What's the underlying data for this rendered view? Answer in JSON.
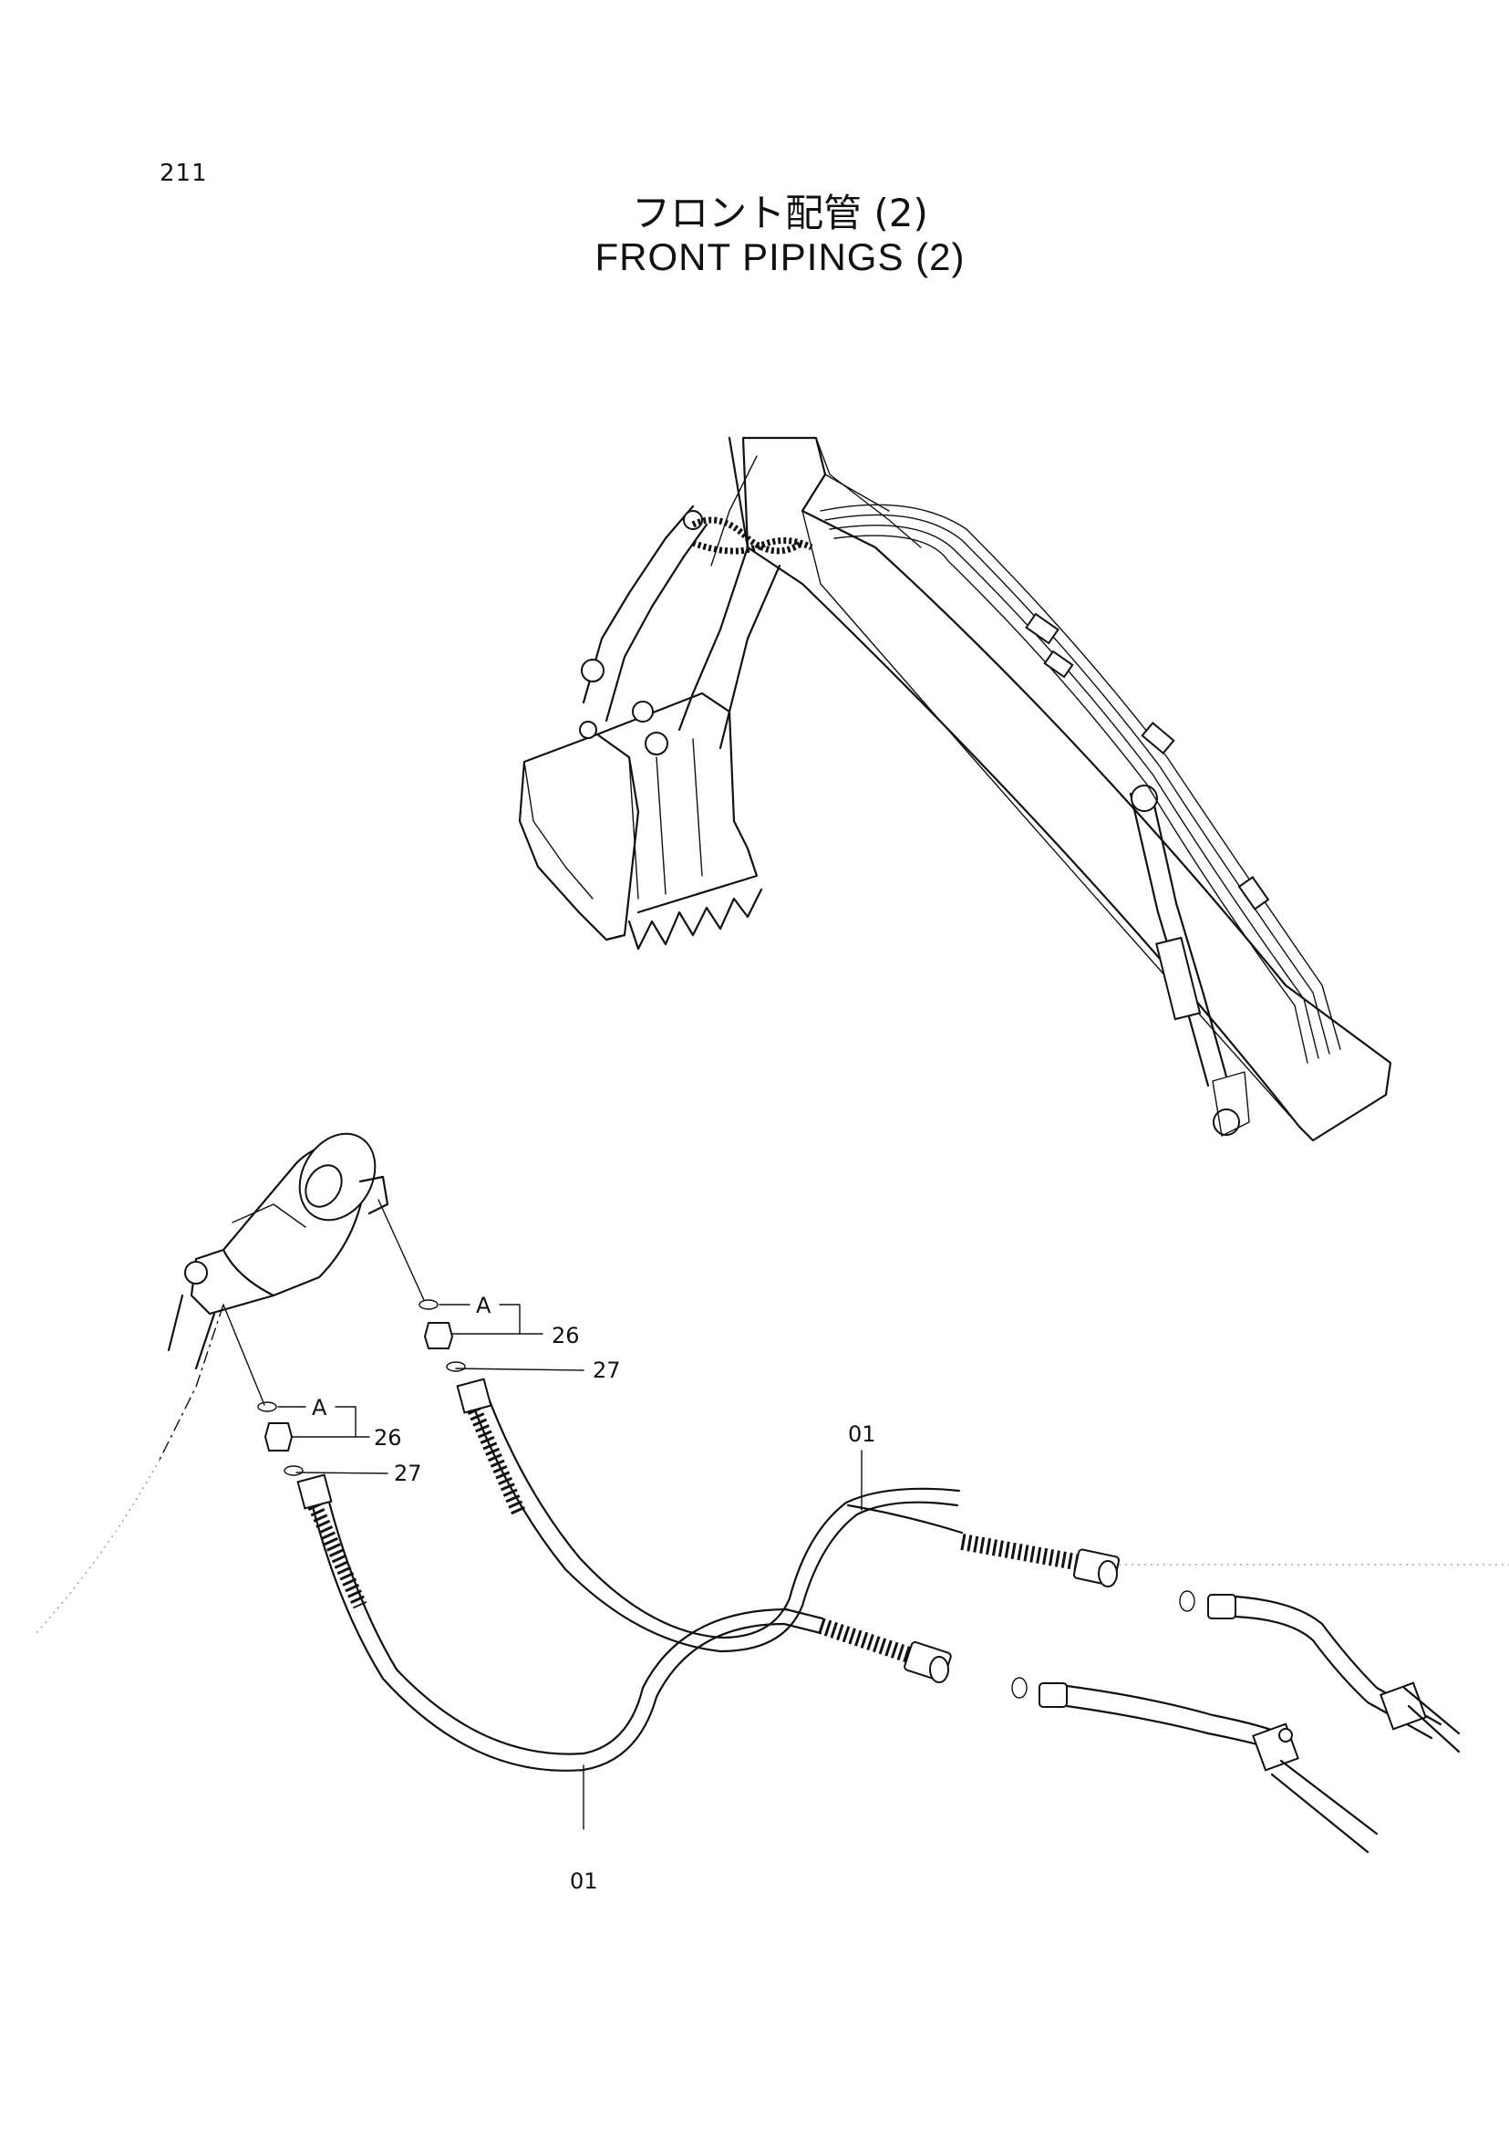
{
  "page": {
    "number": "211"
  },
  "title": {
    "japanese": "フロント配管 (2)",
    "english": "FRONT PIPINGS (2)"
  },
  "callouts": {
    "a_upper": "A",
    "a_lower": "A",
    "p26_upper": "26",
    "p26_lower": "26",
    "p27_upper": "27",
    "p27_lower": "27",
    "p01_upper": "01",
    "p01_lower": "01"
  },
  "icons": [
    "excavator-front-icon",
    "arm-cylinder-end-icon",
    "hose-assembly-icon",
    "pipe-clamp-icon"
  ]
}
